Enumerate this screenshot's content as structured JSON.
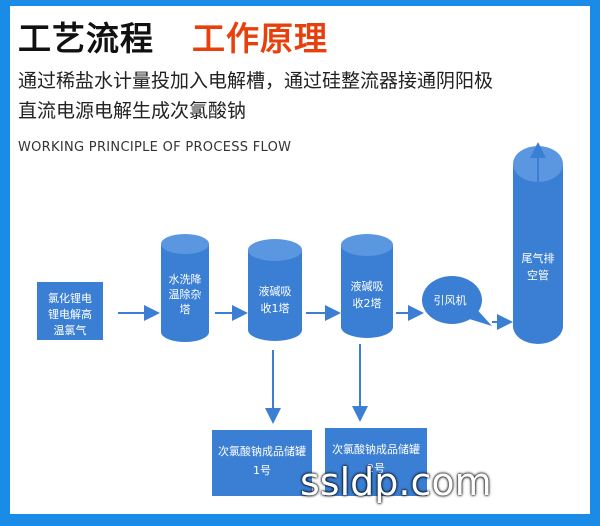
{
  "header": {
    "title_main": "工艺流程",
    "title_accent": "工作原理",
    "desc_line1": "通过稀盐水计量投加入电解槽，通过硅整流器接通阴阳极",
    "desc_line2": "直流电源电解生成次氯酸钠",
    "subtitle_en": "WORKING PRINCIPLE OF PROCESS FLOW"
  },
  "nodes": {
    "source": [
      "氯化锂电",
      "锂电解高",
      "温氯气"
    ],
    "washer": [
      "水洗降",
      "温除杂",
      "塔"
    ],
    "absorber1": [
      "液碱吸",
      "收1塔"
    ],
    "absorber2": [
      "液碱吸",
      "收2塔"
    ],
    "fan": "引风机",
    "exhaust": [
      "尾气排",
      "空管"
    ],
    "storage1": [
      "次氯酸钠成品储罐",
      "1号"
    ],
    "storage2": [
      "次氯酸钠成品储罐",
      "2号"
    ]
  },
  "colors": {
    "shape_fill": "#3b7fd4",
    "shape_dark": "#2a66b8",
    "arrow": "#3b7fd4",
    "accent": "#e8400c",
    "frame": "#1b8be8"
  },
  "watermark": "ssldp.com"
}
